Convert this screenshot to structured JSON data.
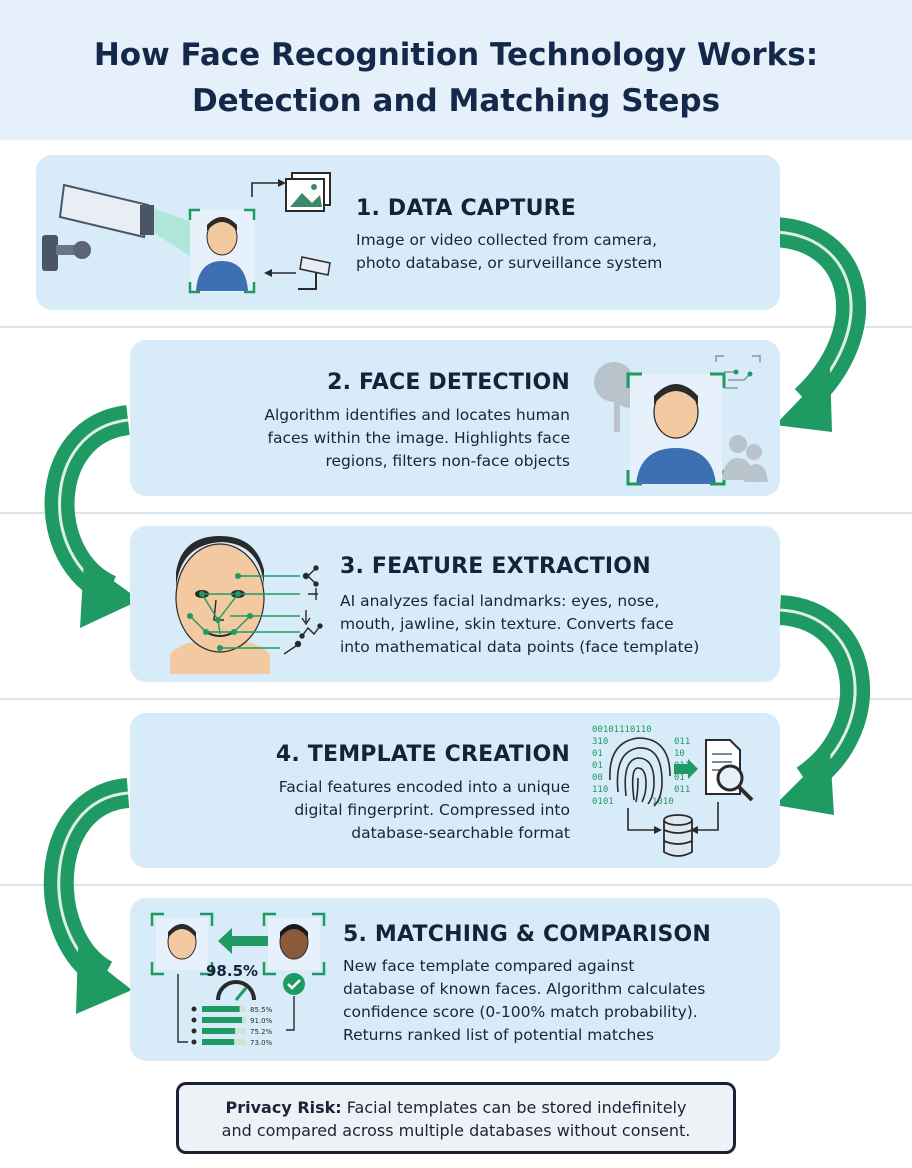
{
  "title": {
    "line1": "How Face Recognition Technology Works:",
    "line2": "Detection and Matching Steps"
  },
  "colors": {
    "accent_green": "#1f9a62",
    "card_bg": "#d8ebf8",
    "header_bg": "#e6f0fa",
    "title_text": "#14284a"
  },
  "steps": [
    {
      "title": "1. DATA CAPTURE",
      "desc_lines": [
        "Image or video collected from camera,",
        "photo database, or surveillance system"
      ],
      "icons": [
        "security-camera-icon",
        "person-icon",
        "photo-icon",
        "small-camera-icon"
      ]
    },
    {
      "title": "2. FACE DETECTION",
      "desc_lines": [
        "Algorithm identifies and locates human",
        "faces within the image. Highlights face",
        "regions, filters non-face objects"
      ],
      "icons": [
        "tree-icon",
        "person-icon",
        "circuit-icon",
        "group-icon"
      ]
    },
    {
      "title": "3. FEATURE EXTRACTION",
      "desc_lines": [
        "AI analyzes facial landmarks: eyes, nose,",
        "mouth, jawline, skin texture. Converts face",
        "into mathematical data points (face template)"
      ],
      "icons": [
        "face-landmarks-icon",
        "data-node-icon"
      ]
    },
    {
      "title": "4. TEMPLATE CREATION",
      "desc_lines": [
        "Facial features encoded into a unique",
        "digital fingerprint. Compressed into",
        "database-searchable format"
      ],
      "icons": [
        "binary-code-icon",
        "fingerprint-icon",
        "document-search-icon",
        "database-icon"
      ]
    },
    {
      "title": "5. MATCHING & COMPARISON",
      "desc_lines": [
        "New face template compared against",
        "database of known faces. Algorithm calculates",
        "confidence score (0-100% match probability).",
        "Returns ranked list of potential matches"
      ],
      "icons": [
        "person-icon",
        "double-arrow-icon",
        "checkmark-icon",
        "gauge-icon"
      ],
      "match_score": "98.5%",
      "ranked_scores": [
        "85.5%",
        "91.0%",
        "75.2%",
        "73.0%"
      ],
      "ranked_fill": [
        0.855,
        0.91,
        0.752,
        0.73
      ]
    }
  ],
  "binary_rows": [
    "00101110110",
    "310",
    "011",
    "01",
    "10",
    "01",
    "011",
    "00",
    "01",
    "110",
    "011",
    "0101",
    "1010"
  ],
  "privacy": {
    "label": "Privacy Risk:",
    "line1": " Facial templates can be stored indefinitely",
    "line2": "and compared across multiple databases without consent."
  }
}
